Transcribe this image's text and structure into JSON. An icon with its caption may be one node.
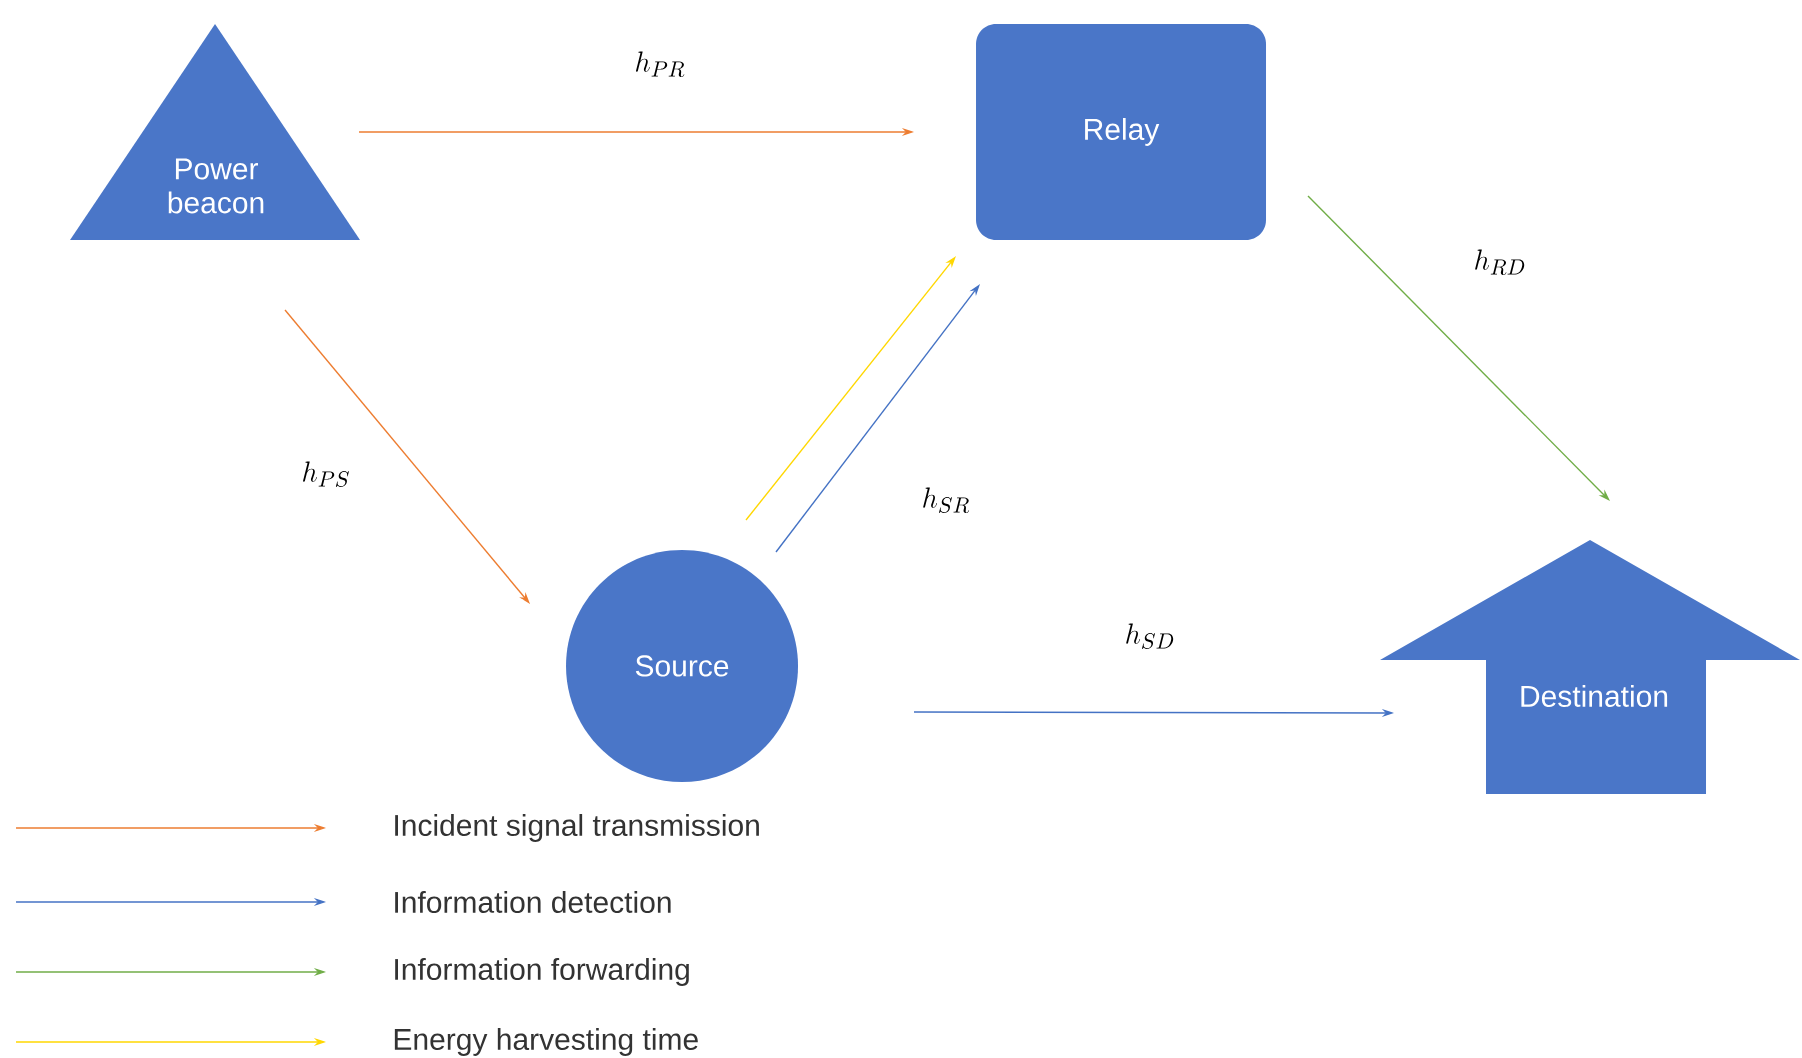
{
  "diagram": {
    "nodes": [
      {
        "text": [
          "Power beacon"
        ]
      },
      {
        "text": [
          "Relay"
        ]
      },
      {
        "text": [
          "Source"
        ]
      },
      {
        "text": [
          "Destination"
        ]
      }
    ],
    "edges": [
      {
        "from": 0,
        "to": 1,
        "arrow": "to",
        "label": "h_{PR}",
        "color": "#ed7d31"
      },
      {
        "from": 0,
        "to": 2,
        "arrow": "to",
        "label": "h_{PS}",
        "color": "#ed7d31"
      },
      {
        "from": 2,
        "to": 1,
        "arrow": "to",
        "color": "#ffd700"
      },
      {
        "from": 2,
        "to": 1,
        "arrow": "to",
        "label": "h_{SR}",
        "color": "#4472c4"
      },
      {
        "from": 1,
        "to": 3,
        "arrow": "to",
        "label": "h_{RD}",
        "color": "#70ad47"
      },
      {
        "from": 2,
        "to": 3,
        "arrow": "to",
        "label": "h_{SD}",
        "color": "#4472c4"
      }
    ],
    "legend": [
      {
        "text": "Incident signal transmission"
      },
      {
        "text": "Information detection"
      },
      {
        "text": "Information forwarding"
      },
      {
        "text": "Energy harvesting time"
      }
    ]
  }
}
